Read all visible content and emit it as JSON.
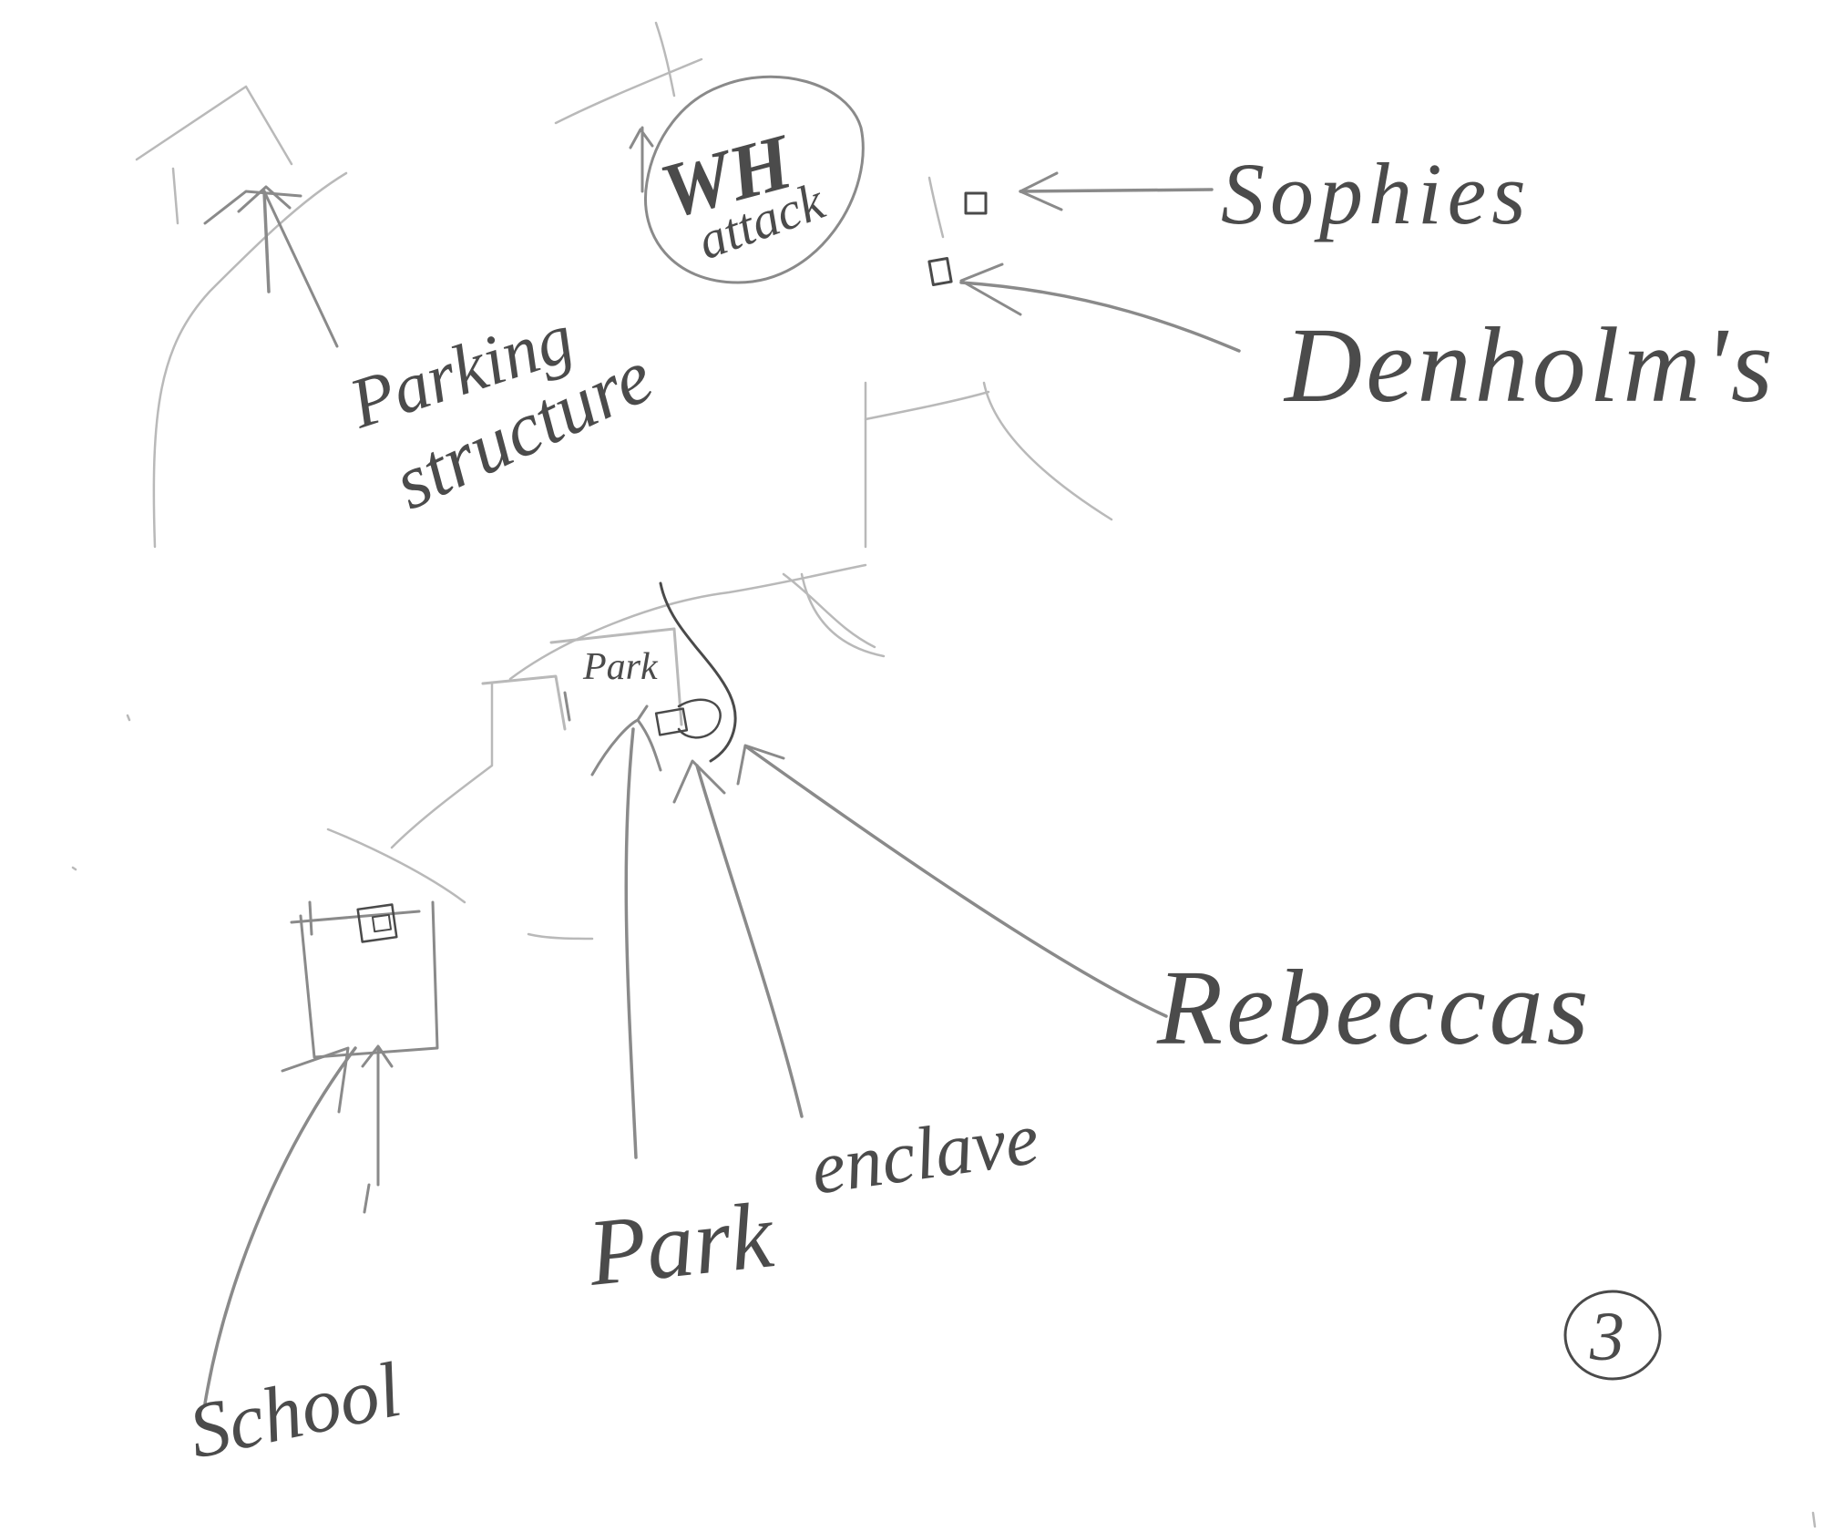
{
  "diagram": {
    "labels": {
      "parking_structure_line1": "Parking",
      "parking_structure_line2": "structure",
      "wh_line1": "WH",
      "wh_line2": "attack",
      "sophies": "Sophies",
      "denholms": "Denholm's",
      "park_box": "Park",
      "park": "Park",
      "enclave": "enclave",
      "rebeccas": "Rebeccas",
      "school": "School",
      "page_number": "3"
    }
  }
}
